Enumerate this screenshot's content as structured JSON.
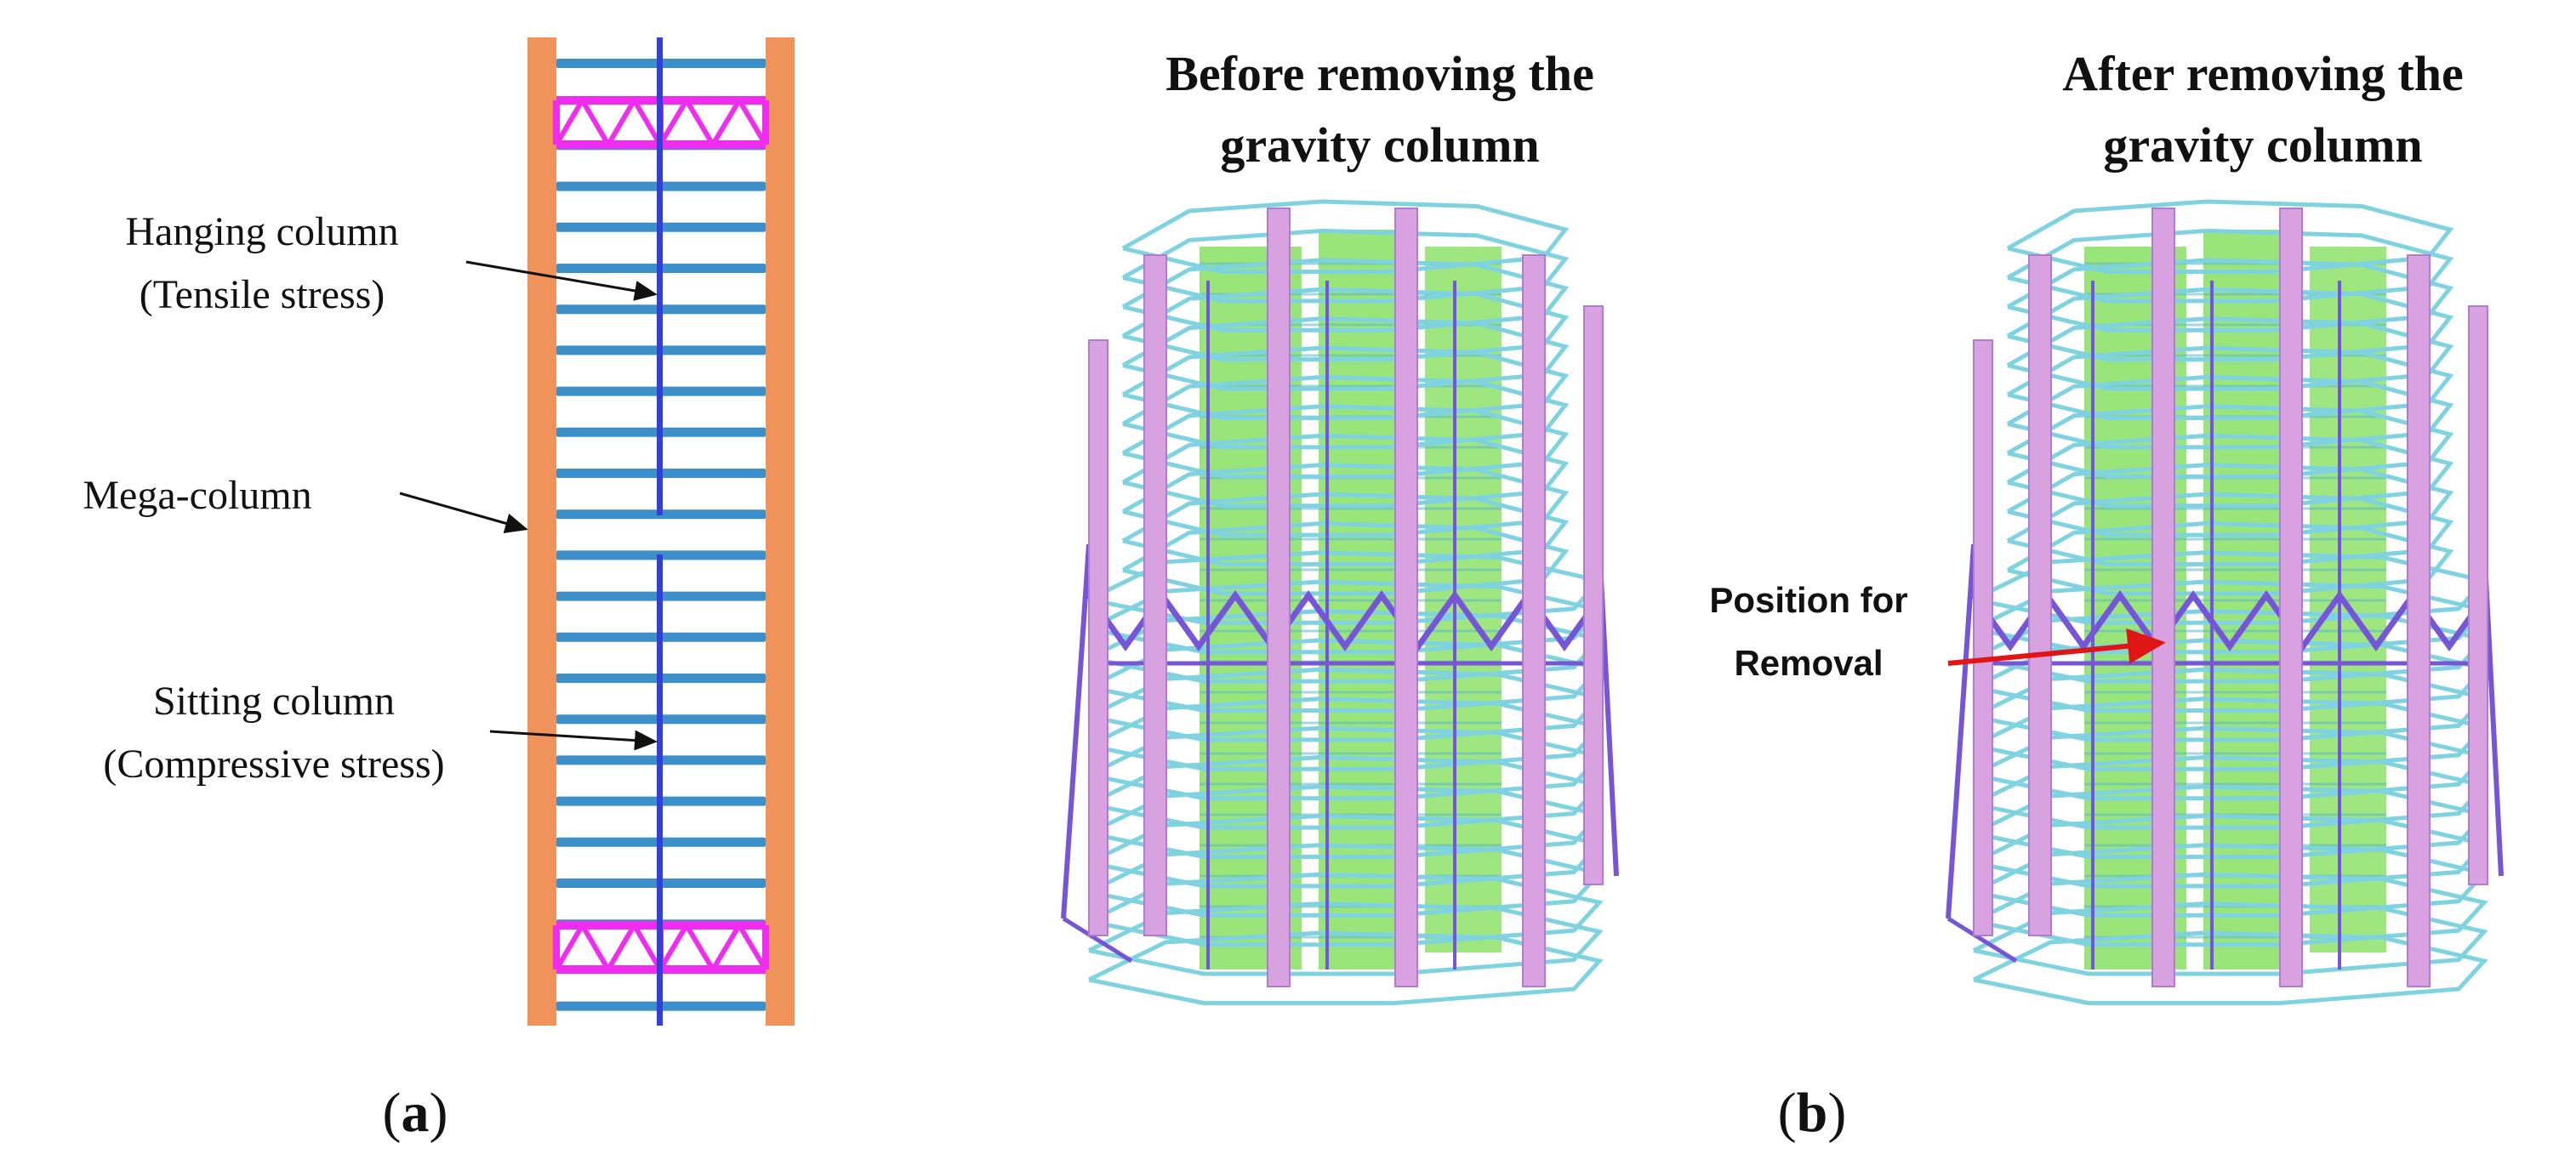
{
  "panel_a": {
    "label_letter": "a",
    "annotations": {
      "hanging_column_line1": "Hanging column",
      "hanging_column_line2": "(Tensile stress)",
      "mega_column": "Mega-column",
      "sitting_column_line1": "Sitting column",
      "sitting_column_line2": "(Compressive stress)"
    }
  },
  "panel_b": {
    "label_letter": "b",
    "before_title_line1": "Before removing the",
    "before_title_line2": "gravity column",
    "after_title_line1": "After removing the",
    "after_title_line2": "gravity column",
    "removal_label_line1": "Position for",
    "removal_label_line2": "Removal"
  },
  "colors": {
    "mega_column": "#f0935a",
    "beam": "#3c8fc9",
    "gravity_column": "#3340d8",
    "truss": "#f02cf0",
    "frame": "#7fd3e0",
    "core": "#8ee26a",
    "tower_column": "#d8a2e0",
    "outrigger": "#7655d6",
    "arrow_removal": "#e01515"
  }
}
